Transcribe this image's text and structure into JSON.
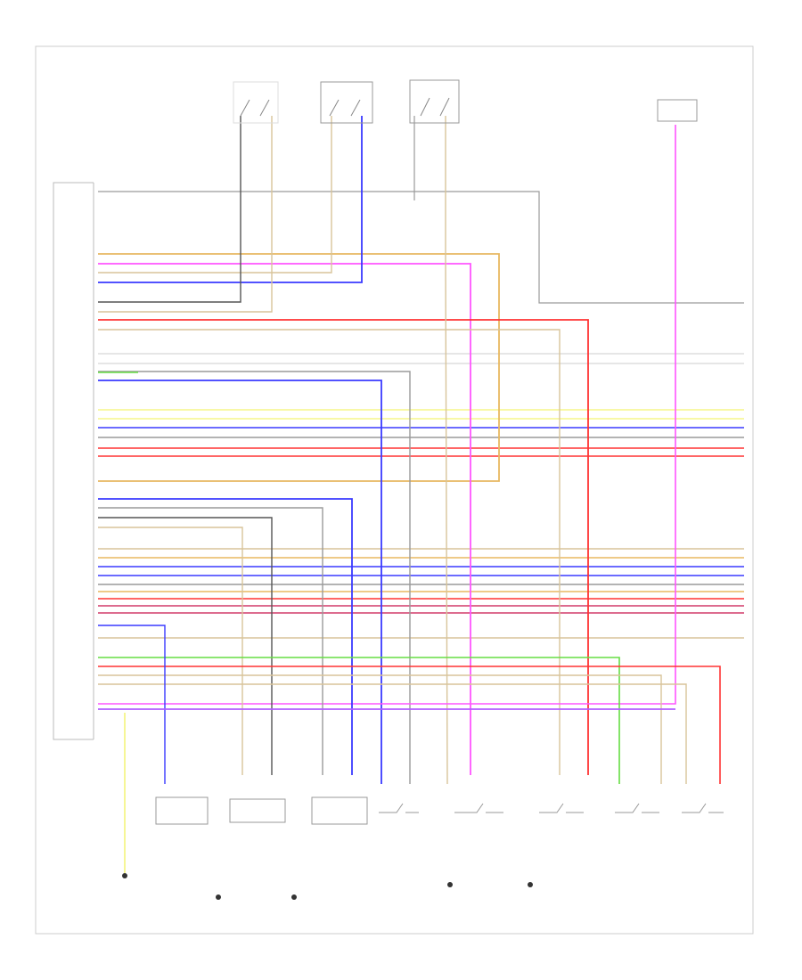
{
  "diagram": {
    "title": "",
    "footer_code": "",
    "module_label": "",
    "ground_label": "",
    "wire_colors": {
      "GRY": "#9a9a9a",
      "TAN": "#d8c49a",
      "BLU": "#3a3aff",
      "PNK": "#ff55ff",
      "RED": "#ff3333",
      "YEL": "#f5f58a",
      "GRN": "#66dd44",
      "ORG": "#e8b860",
      "BRN": "#c8a35a",
      "VIO": "#b05cff",
      "WHT": "#dddddd",
      "BLK": "#555555",
      "PNKRED": "#d23b6a"
    },
    "top_components": [
      {
        "key": "rear-left-belt-switch",
        "label": ""
      },
      {
        "key": "rear-right-belt-switch",
        "label": ""
      },
      {
        "key": "rear-center-belt-switch",
        "label": ""
      },
      {
        "key": "front-passenger-sensor",
        "label": ""
      }
    ],
    "bottom_components": [
      {
        "key": "driver-belt-sensor",
        "label": ""
      },
      {
        "key": "driver-belt-tensioner",
        "label": ""
      },
      {
        "key": "passenger-belt-tensioner",
        "label": ""
      },
      {
        "key": "driver-buckle-switch",
        "label": ""
      },
      {
        "key": "passenger-buckle-switch",
        "label": ""
      },
      {
        "key": "side-airbag-left",
        "label": ""
      },
      {
        "key": "side-airbag-right",
        "label": ""
      },
      {
        "key": "seat-occupancy-sensor",
        "label": ""
      }
    ],
    "grounds": [
      {
        "key": "ground-1",
        "label": ""
      },
      {
        "key": "ground-2",
        "label": ""
      },
      {
        "key": "ground-3",
        "label": ""
      },
      {
        "key": "ground-4",
        "label": ""
      },
      {
        "key": "ground-5",
        "label": ""
      }
    ]
  }
}
